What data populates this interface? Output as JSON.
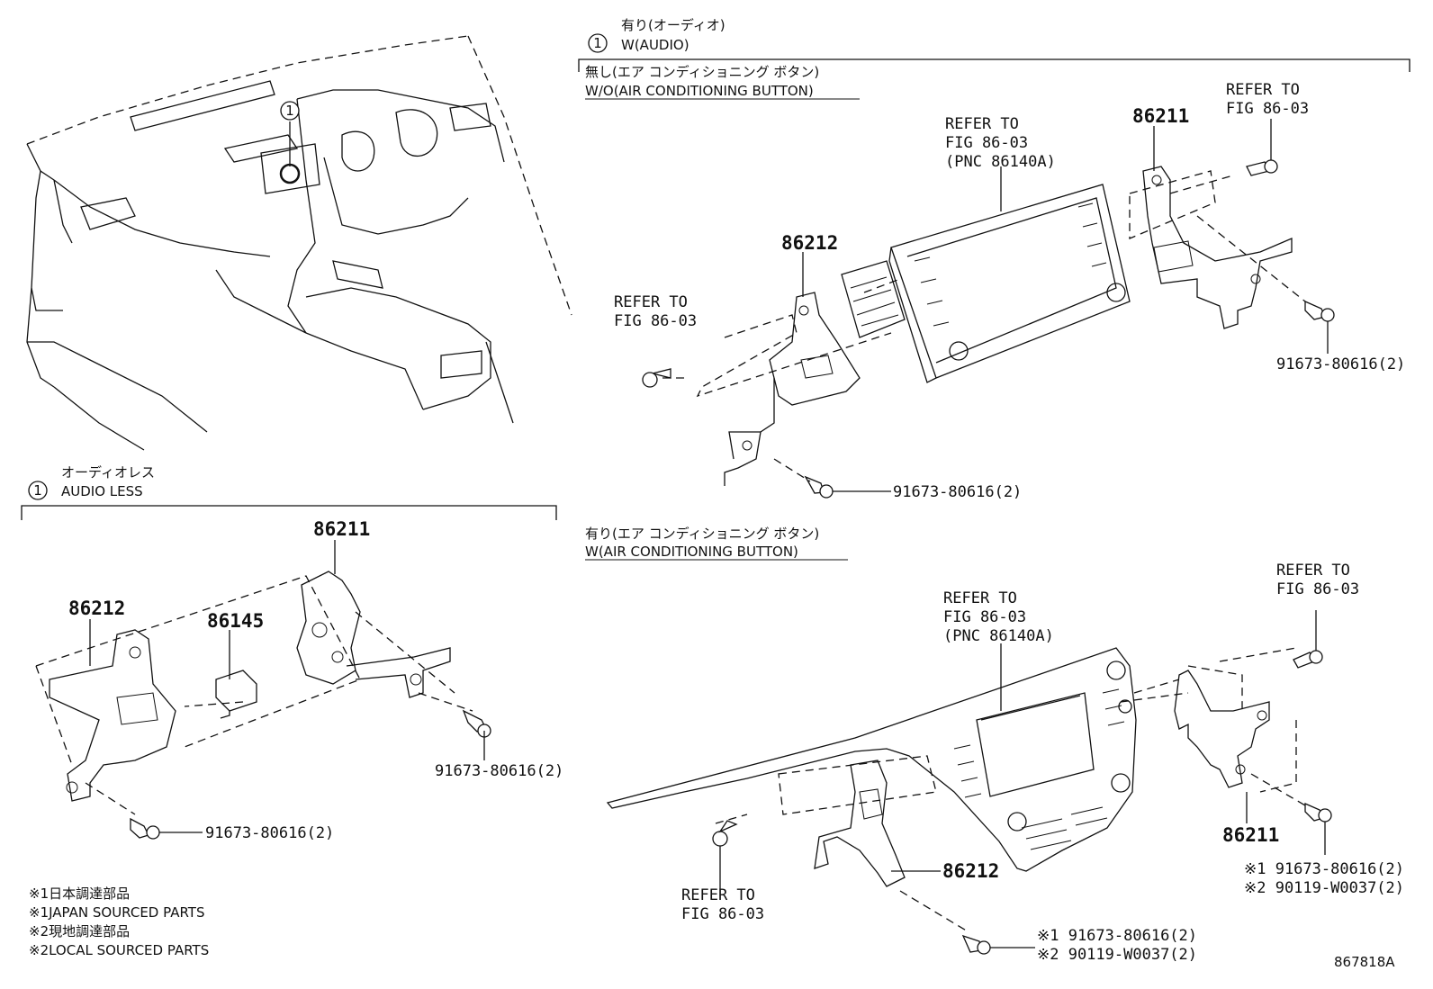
{
  "variants": {
    "audio": {
      "marker": "1",
      "jp": "有り(オーディオ)",
      "en": "W(AUDIO)"
    },
    "audio_less": {
      "marker": "1",
      "jp": "オーディオレス",
      "en": "AUDIO LESS"
    },
    "no_ac_button": {
      "jp": "無し(エア コンディショニング ボタン)",
      "en": "W/O(AIR CONDITIONING BUTTON)"
    },
    "with_ac_button": {
      "jp": "有り(エア コンディショニング ボタン)",
      "en": "W(AIR CONDITIONING BUTTON)"
    }
  },
  "dash_marker": "1",
  "refs": {
    "refer_to": "REFER TO",
    "fig": "FIG 86-03",
    "pnc": "(PNC 86140A)"
  },
  "parts": {
    "bracket_rh": "86211",
    "bracket_lh": "86212",
    "part_86145": "86145",
    "screw": "91673-80616(2)",
    "screw_jp": "※1 91673-80616(2)",
    "screw_local": "※2 90119-W0037(2)"
  },
  "legend": [
    "※1日本調達部品",
    "※1JAPAN SOURCED PARTS",
    "※2現地調達部品",
    "※2LOCAL SOURCED PARTS"
  ],
  "drawing_number": "867818A"
}
